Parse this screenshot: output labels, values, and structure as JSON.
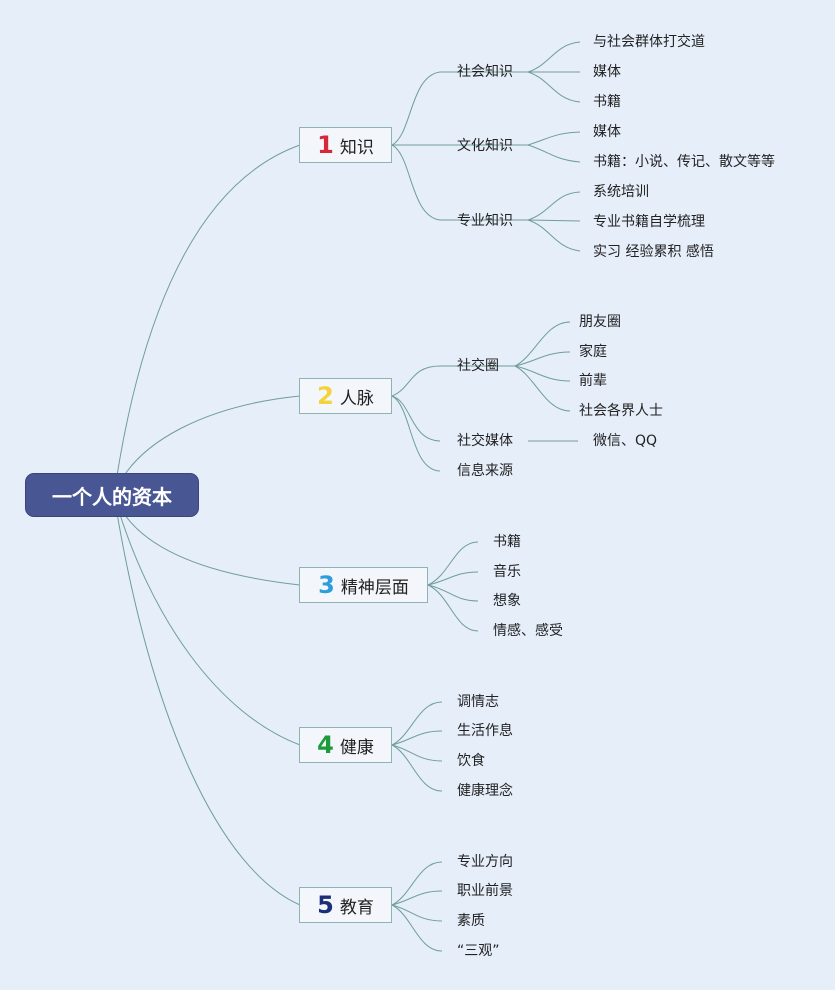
{
  "root": {
    "label": "一个人的资本"
  },
  "branches": [
    {
      "num": "1",
      "label": "知识",
      "color": "#d7283b"
    },
    {
      "num": "2",
      "label": "人脉",
      "color": "#f4d239"
    },
    {
      "num": "3",
      "label": "精神层面",
      "color": "#2f9ddb"
    },
    {
      "num": "4",
      "label": "健康",
      "color": "#1f9a3a"
    },
    {
      "num": "5",
      "label": "教育",
      "color": "#1c2d7a"
    }
  ],
  "knowledge": {
    "social": {
      "label": "社会知识",
      "items": [
        "与社会群体打交道",
        "媒体",
        "书籍"
      ]
    },
    "culture": {
      "label": "文化知识",
      "items": [
        "媒体",
        "书籍：小说、传记、散文等等"
      ]
    },
    "professional": {
      "label": "专业知识",
      "items": [
        "系统培训",
        "专业书籍自学梳理",
        "实习 经验累积 感悟"
      ]
    }
  },
  "network": {
    "circle": {
      "label": "社交圈",
      "items": [
        "朋友圈",
        "家庭",
        "前辈",
        "社会各界人士"
      ]
    },
    "media": {
      "label": "社交媒体",
      "items": [
        "微信、QQ"
      ]
    },
    "info": {
      "label": "信息来源"
    }
  },
  "spirit": {
    "items": [
      "书籍",
      "音乐",
      "想象",
      "情感、感受"
    ]
  },
  "health": {
    "items": [
      "调情志",
      "生活作息",
      "饮食",
      "健康理念"
    ]
  },
  "education": {
    "items": [
      "专业方向",
      "职业前景",
      "素质",
      "“三观”"
    ]
  },
  "colors": {
    "connector": "#6f9e98",
    "background": "#e6eefa",
    "root_fill": "#485694"
  }
}
